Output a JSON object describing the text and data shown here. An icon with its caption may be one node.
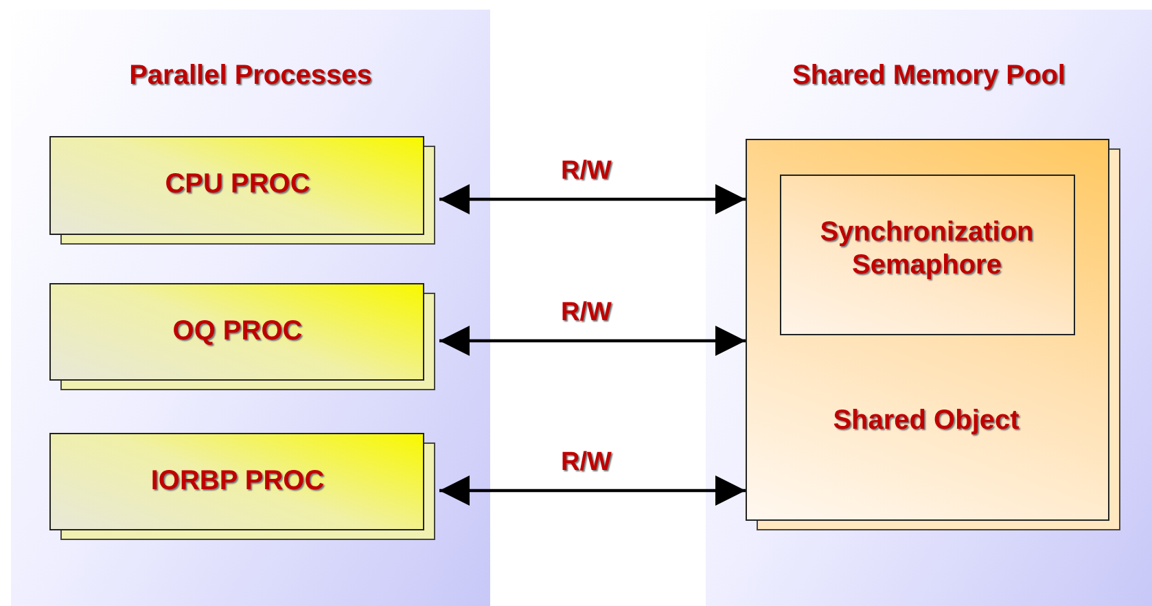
{
  "diagram": {
    "nodes": [
      {
        "text": [
          "Parallel Processes"
        ]
      },
      {
        "text": [
          "CPU PROC"
        ],
        "in": 0
      },
      {
        "text": [
          "OQ PROC"
        ],
        "in": 0
      },
      {
        "text": [
          "IORBP PROC"
        ],
        "in": 0
      },
      {
        "text": [
          "Shared Memory Pool"
        ]
      },
      {
        "text": [
          "Shared Object"
        ],
        "in": 4
      },
      {
        "text": [
          "Synchronization Semaphore"
        ],
        "in": 5
      }
    ],
    "edges": [
      {
        "from": 1,
        "to": 5,
        "arrow": "both",
        "label": "R/W"
      },
      {
        "from": 2,
        "to": 5,
        "arrow": "both",
        "label": "R/W"
      },
      {
        "from": 3,
        "to": 5,
        "arrow": "both",
        "label": "R/W"
      }
    ]
  }
}
